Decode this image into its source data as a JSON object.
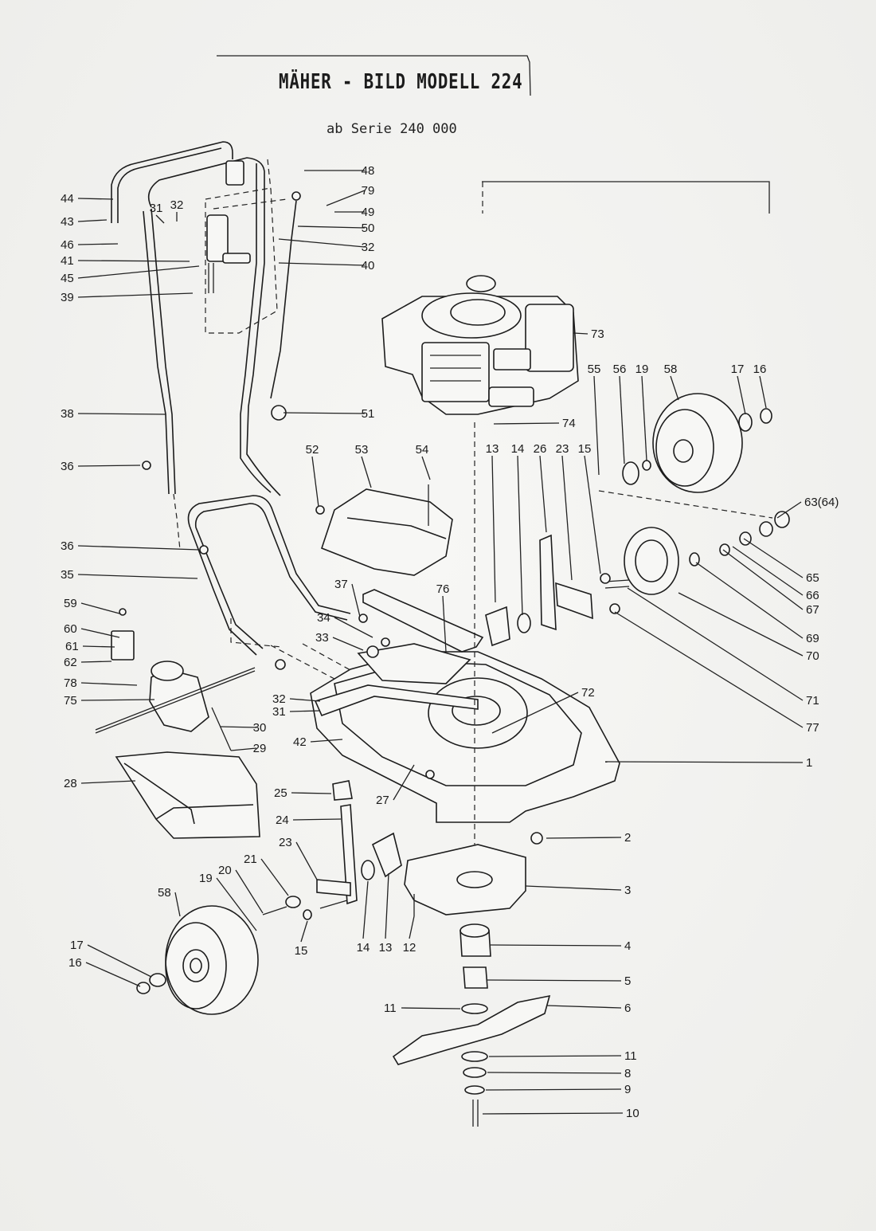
{
  "header": {
    "title": "MÄHER - BILD   MODELL   224",
    "subtitle": "ab Serie 240 000"
  },
  "callouts": [
    "1",
    "2",
    "3",
    "4",
    "5",
    "6",
    "8",
    "9",
    "10",
    "11",
    "11",
    "12",
    "13",
    "13",
    "14",
    "14",
    "15",
    "15",
    "16",
    "16",
    "17",
    "17",
    "19",
    "19",
    "20",
    "21",
    "23",
    "23",
    "24",
    "25",
    "26",
    "27",
    "28",
    "29",
    "30",
    "31",
    "31",
    "32",
    "32",
    "32",
    "33",
    "34",
    "35",
    "36",
    "36",
    "37",
    "38",
    "39",
    "40",
    "41",
    "42",
    "43",
    "44",
    "45",
    "46",
    "48",
    "49",
    "50",
    "51",
    "52",
    "53",
    "54",
    "55",
    "56",
    "58",
    "58",
    "59",
    "60",
    "61",
    "62",
    "63(64)",
    "65",
    "66",
    "67",
    "69",
    "70",
    "71",
    "72",
    "73",
    "74",
    "75",
    "76",
    "77",
    "78",
    "79"
  ]
}
